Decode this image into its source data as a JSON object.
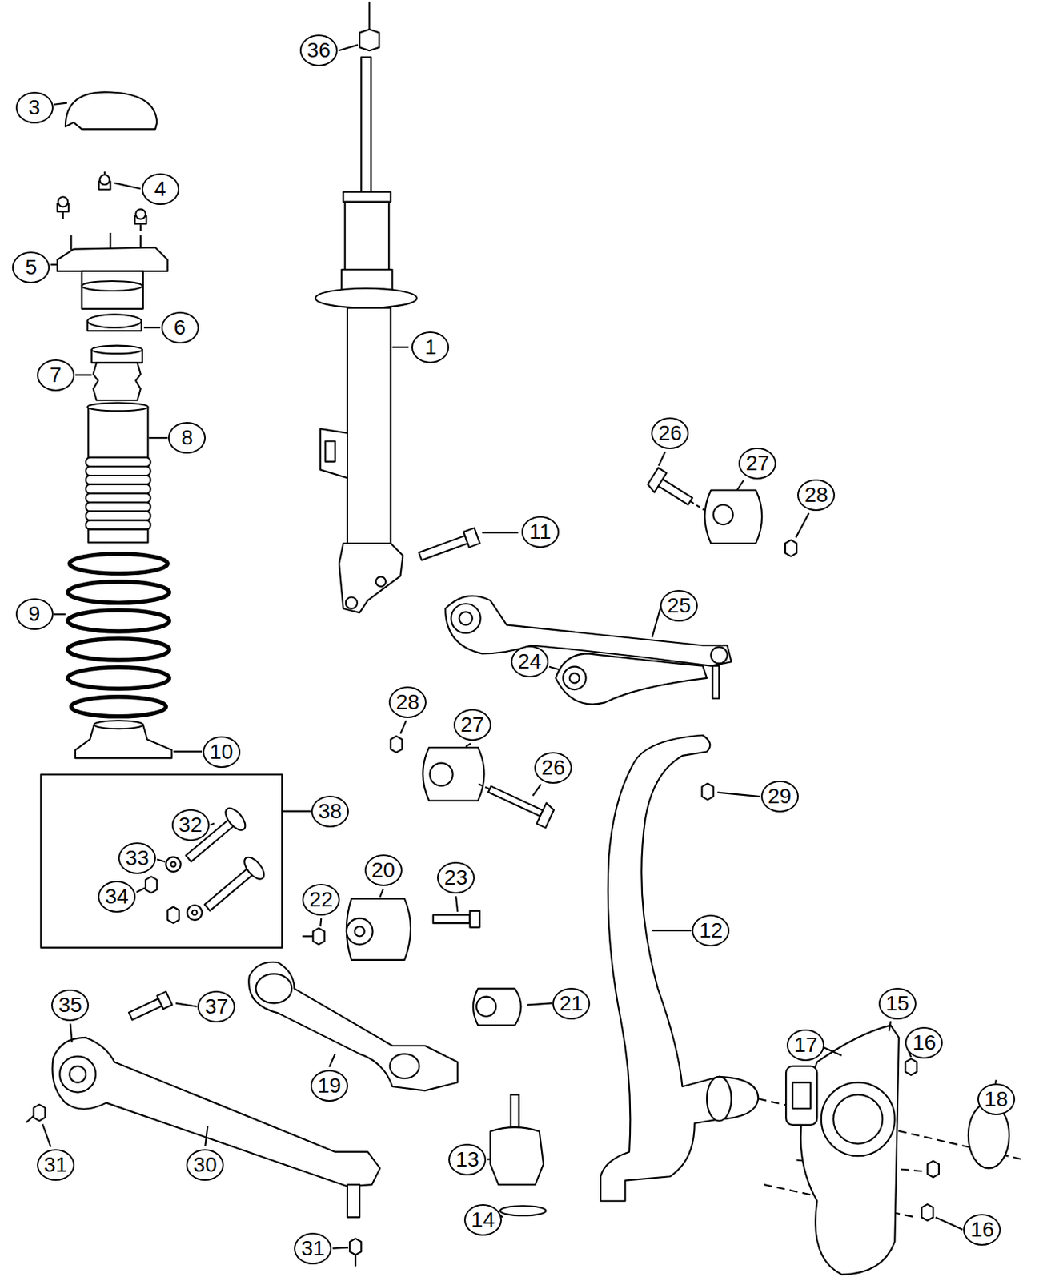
{
  "diagram": {
    "nodes": [
      {
        "text": [
          "36"
        ]
      },
      {
        "text": [
          "3"
        ]
      },
      {
        "text": [
          "4"
        ]
      },
      {
        "text": [
          "5"
        ]
      },
      {
        "text": [
          "6"
        ]
      },
      {
        "text": [
          "1"
        ]
      },
      {
        "text": [
          "7"
        ]
      },
      {
        "text": [
          "26"
        ]
      },
      {
        "text": [
          "8"
        ]
      },
      {
        "text": [
          "27"
        ]
      },
      {
        "text": [
          "28"
        ]
      },
      {
        "text": [
          "11"
        ]
      },
      {
        "text": [
          "25"
        ]
      },
      {
        "text": [
          "9"
        ]
      },
      {
        "text": [
          "24"
        ]
      },
      {
        "text": [
          "28"
        ]
      },
      {
        "text": [
          "27"
        ]
      },
      {
        "text": [
          "10"
        ]
      },
      {
        "text": [
          "26"
        ]
      },
      {
        "text": [
          "29"
        ]
      },
      {
        "text": [
          "38"
        ]
      },
      {
        "text": [
          "32"
        ]
      },
      {
        "text": [
          "33"
        ]
      },
      {
        "text": [
          "20"
        ]
      },
      {
        "text": [
          "23"
        ]
      },
      {
        "text": [
          "34"
        ]
      },
      {
        "text": [
          "22"
        ]
      },
      {
        "text": [
          "12"
        ]
      },
      {
        "text": [
          "35"
        ]
      },
      {
        "text": [
          "15"
        ]
      },
      {
        "text": [
          "21"
        ]
      },
      {
        "text": [
          "37"
        ]
      },
      {
        "text": [
          "16"
        ]
      },
      {
        "text": [
          "17"
        ]
      },
      {
        "text": [
          "19"
        ]
      },
      {
        "text": [
          "18"
        ]
      },
      {
        "text": [
          "13"
        ]
      },
      {
        "text": [
          "31"
        ]
      },
      {
        "text": [
          "30"
        ]
      },
      {
        "text": [
          "14"
        ]
      },
      {
        "text": [
          "16"
        ]
      },
      {
        "text": [
          "31"
        ]
      }
    ]
  }
}
